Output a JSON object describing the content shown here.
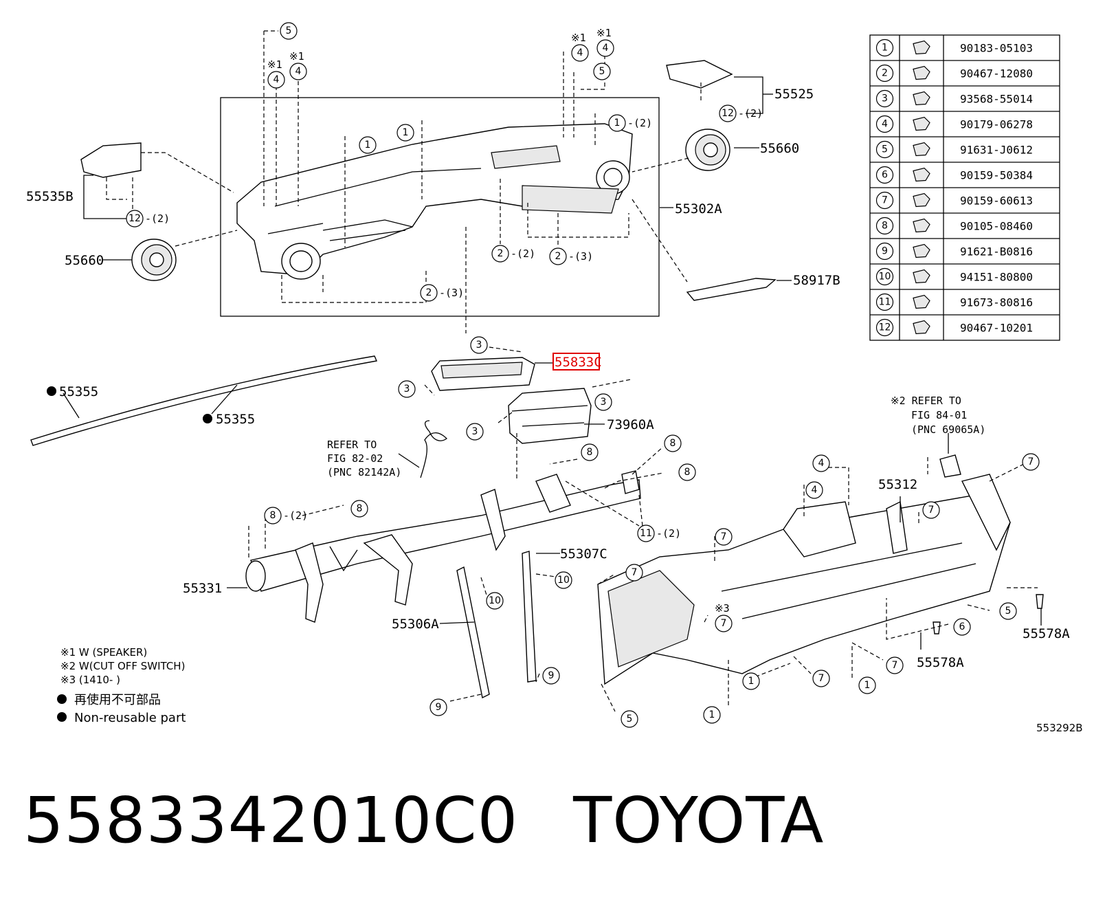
{
  "parts_table": [
    {
      "ref": "1",
      "part_no": "90183-05103"
    },
    {
      "ref": "2",
      "part_no": "90467-12080"
    },
    {
      "ref": "3",
      "part_no": "93568-55014"
    },
    {
      "ref": "4",
      "part_no": "90179-06278"
    },
    {
      "ref": "5",
      "part_no": "91631-J0612"
    },
    {
      "ref": "6",
      "part_no": "90159-50384"
    },
    {
      "ref": "7",
      "part_no": "90159-60613"
    },
    {
      "ref": "8",
      "part_no": "90105-08460"
    },
    {
      "ref": "9",
      "part_no": "91621-B0816"
    },
    {
      "ref": "10",
      "part_no": "94151-80800"
    },
    {
      "ref": "11",
      "part_no": "91673-80816"
    },
    {
      "ref": "12",
      "part_no": "90467-10201"
    }
  ],
  "part_labels": {
    "p55535B": "55535B",
    "p55660_left": "55660",
    "p55660_right": "55660",
    "p55302A": "55302A",
    "p55525": "55525",
    "p58917B": "58917B",
    "p55833_highlight": "55833C",
    "p73960A": "73960A",
    "p55355_a": "55355",
    "p55355_b": "55355",
    "p55312": "55312",
    "p55331": "55331",
    "p55307C": "55307C",
    "p55306A": "55306A",
    "p55578A_a": "55578A",
    "p55578A_b": "55578A"
  },
  "refer_notes": {
    "fig82_line1": "REFER TO",
    "fig82_line2": "FIG 82-02",
    "fig82_line3": "(PNC 82142A)",
    "fig84_line1": "※2 REFER TO",
    "fig84_line2": "FIG 84-01",
    "fig84_line3": "(PNC 69065A)"
  },
  "qty_labels": {
    "q2": "(2)",
    "q3": "(3)"
  },
  "marks": {
    "w1": "※1",
    "w3": "※3"
  },
  "notes": {
    "n1": "※1 W (SPEAKER)",
    "n2": "※2 W(CUT OFF SWITCH)",
    "n3": "※3 (1410-      )",
    "legend_jp": "再使用不可部品",
    "legend_en": "Non-reusable part"
  },
  "diagram_id": "553292B",
  "footer": {
    "part_number": "5583342010C0",
    "brand": "TOYOTA"
  }
}
